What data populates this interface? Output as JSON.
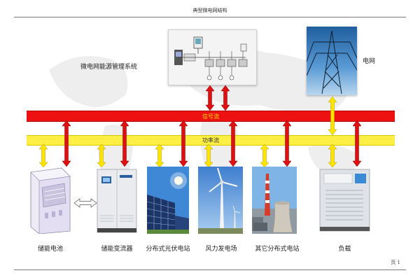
{
  "header": {
    "title": "典型微电网结构"
  },
  "footer": {
    "page": "页 1"
  },
  "ems": {
    "label": "微电网能源管理系统"
  },
  "grid": {
    "label": "电网"
  },
  "buses": {
    "signal": "信号流",
    "power": "功率流"
  },
  "devices": [
    {
      "id": "storage-battery",
      "label": "储能电池",
      "icon": "battery-cabinet-icon"
    },
    {
      "id": "storage-converter",
      "label": "储能变流器",
      "icon": "converter-cabinet-icon"
    },
    {
      "id": "pv-station",
      "label": "分布式光伏电站",
      "icon": "solar-panel-icon"
    },
    {
      "id": "wind-farm",
      "label": "风力发电场",
      "icon": "wind-turbine-icon"
    },
    {
      "id": "other-station",
      "label": "其它分布式电站",
      "icon": "power-plant-icon"
    },
    {
      "id": "load",
      "label": "负载",
      "icon": "load-bank-icon"
    }
  ],
  "colors": {
    "signal_bus": "#ee1111",
    "power_bus": "#ffee44",
    "signal_arrow": "#dd1111",
    "power_arrow": "#ffe400"
  }
}
